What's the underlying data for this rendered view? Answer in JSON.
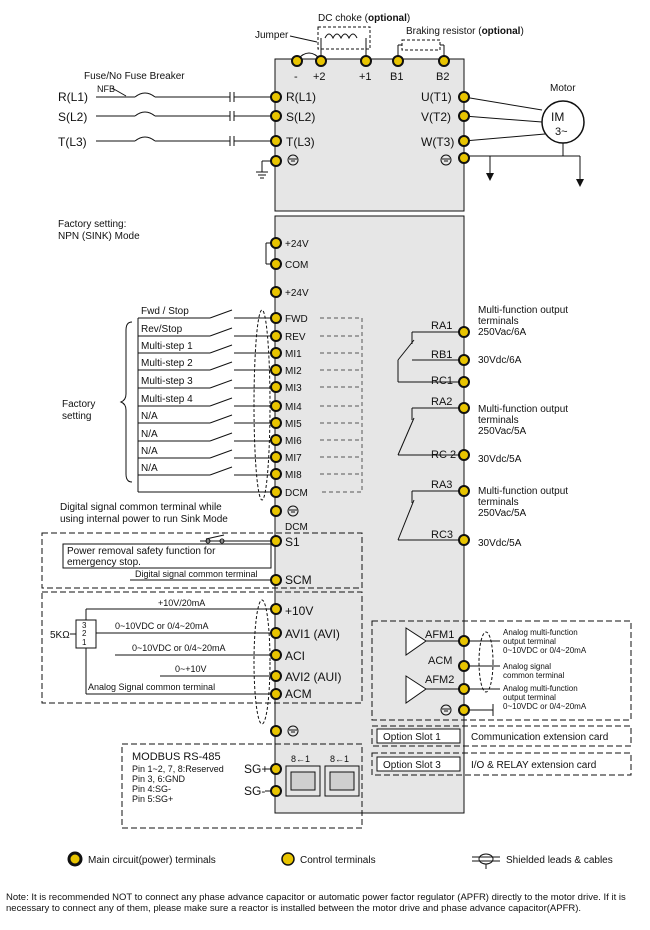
{
  "top": {
    "dc_choke": "DC choke (",
    "dc_choke_opt": "optional",
    "dc_choke_end": ")",
    "braking": "Braking  resistor (",
    "braking_opt": "optional",
    "braking_end": ")",
    "jumper": "Jumper",
    "t_minus": "-",
    "t_plus2": "+2",
    "t_plus1": "+1",
    "t_b1": "B1",
    "t_b2": "B2"
  },
  "power": {
    "fuse": "Fuse/No Fuse Breaker",
    "nfb": "NFB",
    "r_in": "R(L1)",
    "s_in": "S(L2)",
    "t_in": "T(L3)",
    "r": "R(L1)",
    "s": "S(L2)",
    "t": "T(L3)"
  },
  "motor": {
    "label": "Motor",
    "im": "IM",
    "phase": "3~",
    "u": "U(T1)",
    "v": "V(T2)",
    "w": "W(T3)"
  },
  "factory": {
    "line1": "Factory setting:",
    "line2": "NPN (SINK) Mode",
    "group1": "Factory",
    "group2": "setting"
  },
  "terminals": {
    "p24a": "+24V",
    "com": "COM",
    "p24b": "+24V",
    "fwd": "FWD",
    "rev": "REV",
    "mi1": "MI1",
    "mi2": "MI2",
    "mi3": "MI3",
    "mi4": "MI4",
    "mi5": "MI5",
    "mi6": "MI6",
    "mi7": "MI7",
    "mi8": "MI8",
    "dcm": "DCM",
    "dcm2": "DCM",
    "s1": "S1",
    "scm": "SCM",
    "p10v": "+10V",
    "avi1": "AVI1 (AVI)",
    "aci": "ACI",
    "avi2": "AVI2 (AUI)",
    "acm": "ACM",
    "sgp": "SG+",
    "sgm": "SG-"
  },
  "inputs": [
    "Fwd / Stop",
    "Rev/Stop",
    "Multi-step 1",
    "Multi-step 2",
    "Multi-step 3",
    "Multi-step 4",
    "N/A",
    "N/A",
    "N/A",
    "N/A"
  ],
  "digital": {
    "line1": "Digital signal common terminal while",
    "line2": "using internal power to run Sink Mode"
  },
  "safety": {
    "line1": "Power removal safety function for",
    "line2": "emergency stop.",
    "common": "Digital signal common terminal"
  },
  "analog": {
    "pot": "5KΩ",
    "p3": "3",
    "p2": "2",
    "p1": "1",
    "w1": "+10V/20mA",
    "w2": "0~10VDC or 0/4~20mA",
    "w3": "0~10VDC or 0/4~20mA",
    "w4": "0~+10V",
    "w5": "Analog Signal common terminal"
  },
  "relays": {
    "ra1": "RA1",
    "rb1": "RB1",
    "rc1": "RC1",
    "ra2": "RA2",
    "rc2": "RC 2",
    "ra3": "RA3",
    "rc3": "RC3",
    "d1a": "Multi-function output",
    "d1b": "terminals",
    "d1c": "250Vac/6A",
    "d1d": "30Vdc/6A",
    "d2a": "Multi-function output",
    "d2b": "terminals",
    "d2c": "250Vac/5A",
    "d2d": "30Vdc/5A",
    "d3a": "Multi-function output",
    "d3b": "terminals",
    "d3c": "250Vac/5A",
    "d3d": "30Vdc/5A"
  },
  "afm": {
    "afm1": "AFM1",
    "acm": "ACM",
    "afm2": "AFM2",
    "a1": "Analog multi-function",
    "a2": "output terminal",
    "a3": "0~10VDC or 0/4~20mA",
    "b1": "Analog signal",
    "b2": "common terminal",
    "c1": "Analog multi-function",
    "c2": "output terminal",
    "c3": "0~10VDC or 0/4~20mA"
  },
  "slots": {
    "slot1": "Option Slot 1",
    "slot1_desc": "Communication  extension card",
    "slot3": "Option Slot 3",
    "slot3_desc": "I/O & RELAY extension card"
  },
  "modbus": {
    "title": "MODBUS RS-485",
    "l1": "Pin 1~2, 7, 8:Reserved",
    "l2": "Pin 3, 6:GND",
    "l3": "Pin 4:SG-",
    "l4": "Pin 5:SG+",
    "rj1": "8←1",
    "rj2": "8←1"
  },
  "legend": {
    "main": "Main circuit(power) terminals",
    "control": "Control terminals",
    "shield": "Shielded leads & cables"
  },
  "note": "Note: It is recommended NOT to connect any phase advance capacitor or automatic power factor regulator (APFR) directly to the motor drive. If it is necessary to connect any of them, please make sure a reactor is installed between the motor drive and phase advance capacitor(APFR)."
}
